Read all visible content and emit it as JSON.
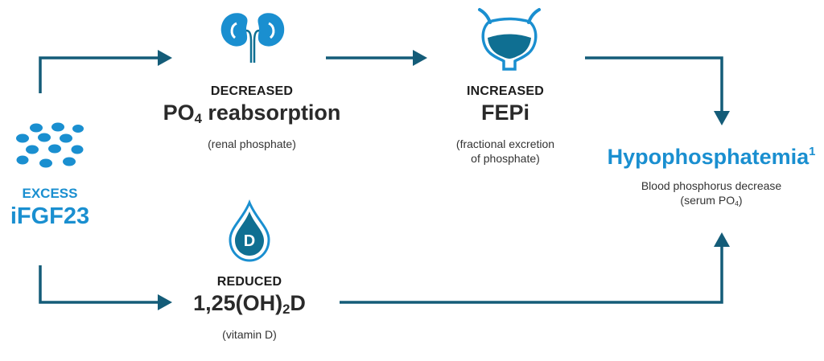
{
  "source": {
    "line1": "EXCESS",
    "line2": "iFGF23"
  },
  "reabsorption": {
    "level": "DECREASED",
    "title_pre": "PO",
    "title_sub": "4",
    "title_post": " reabsorption",
    "note": "(renal phosphate)"
  },
  "fepi": {
    "level": "INCREASED",
    "title": "FEPi",
    "note_line1": "(fractional excretion",
    "note_line2": "of phosphate)"
  },
  "vitamin": {
    "level": "REDUCED",
    "title_pre": "1,25(OH)",
    "title_sub": "2",
    "title_post": "D",
    "note": "(vitamin D)",
    "icon_letter": "D"
  },
  "result": {
    "title": "Hypophosphatemia",
    "ref": "1",
    "line1": "Blood phosphorus decrease",
    "line2_pre": "(serum PO",
    "line2_sub": "4",
    "line2_post": ")"
  },
  "colors": {
    "arrow": "#145c78",
    "accent_blue": "#1a8fd0",
    "icon_fill": "#1a8fd0",
    "icon_dark": "#0f6f92"
  }
}
